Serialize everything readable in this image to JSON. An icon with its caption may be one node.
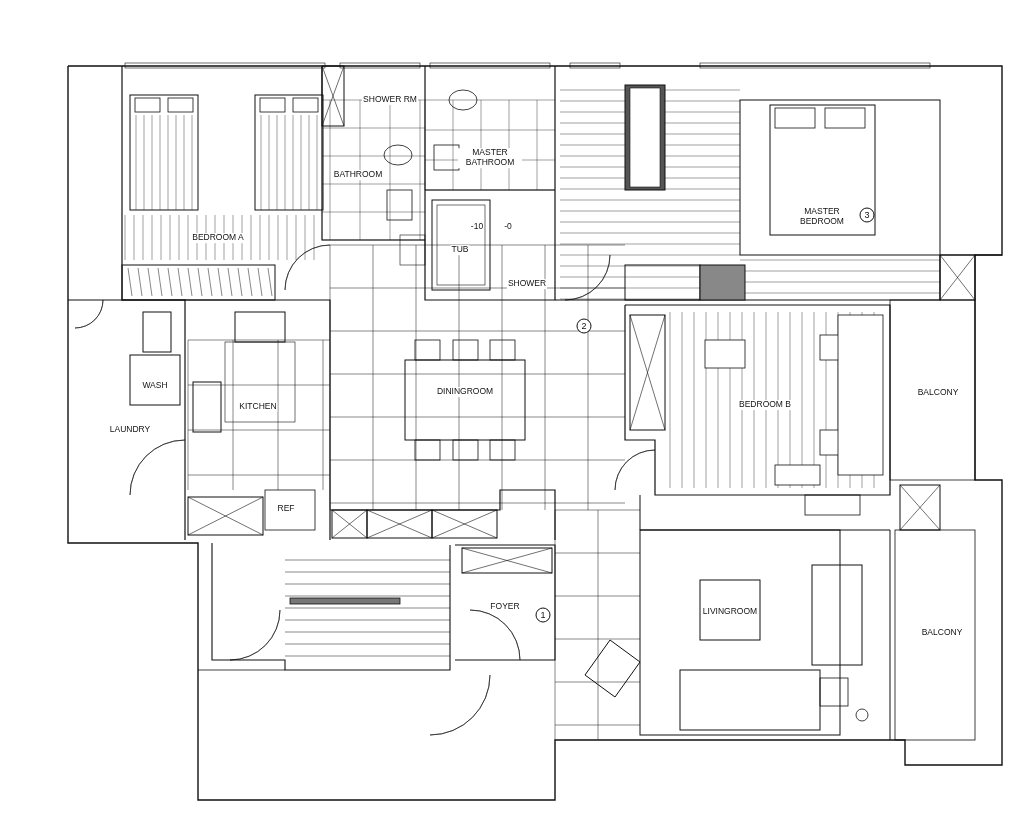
{
  "diagram": {
    "labels": [
      "SHOWER RM",
      "MASTER BATHROOM",
      "BATHROOM",
      "-10",
      "-0",
      "TUB",
      "SHOWER",
      "BEDROOM A",
      "MASTER BEDROOM",
      "3",
      "2",
      "DININGROOM",
      "WASH",
      "KITCHEN",
      "LAUNDRY",
      "BEDROOM B",
      "BALCONY",
      "REF",
      "FOYER",
      "1",
      "LIVINGROOM",
      "BALCONY"
    ]
  }
}
